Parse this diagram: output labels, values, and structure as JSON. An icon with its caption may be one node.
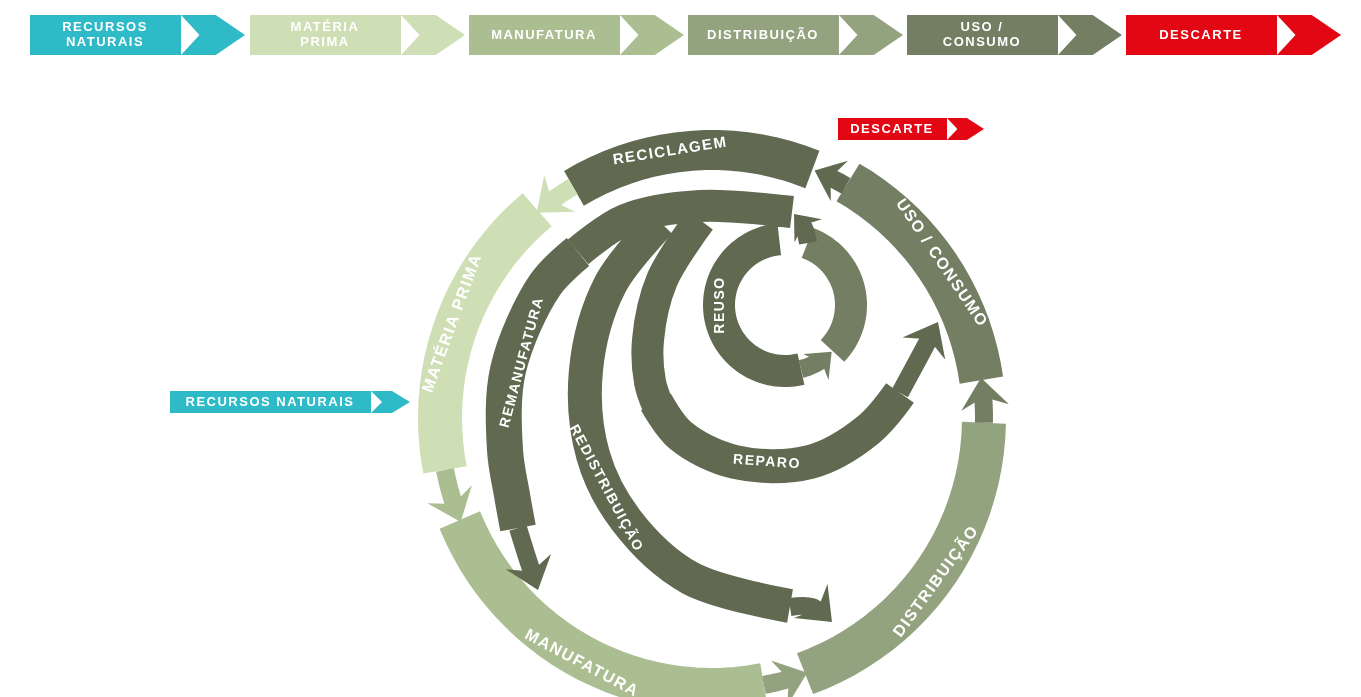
{
  "diagram": {
    "nodes": [
      {
        "text": [
          "RECURSOS NATURAIS"
        ]
      },
      {
        "text": [
          "MATÉRIA PRIMA"
        ]
      },
      {
        "text": [
          "MANUFATURA"
        ]
      },
      {
        "text": [
          "DISTRIBUIÇÃO"
        ]
      },
      {
        "text": [
          "USO / CONSUMO"
        ]
      },
      {
        "text": [
          "DESCARTE"
        ]
      },
      {
        "text": [
          "DESCARTE"
        ]
      },
      {
        "text": [
          "RECICLAGEM"
        ]
      },
      {
        "text": [
          "USO / CONSUMO"
        ]
      },
      {
        "text": [
          "MATÉRIA PRIMA"
        ]
      },
      {
        "text": [
          "REUSO"
        ]
      },
      {
        "text": [
          "REMANUFATURA"
        ]
      },
      {
        "text": [
          "RECURSOS NATURAIS"
        ]
      },
      {
        "text": [
          "REDISTRIBUIÇÃO"
        ]
      },
      {
        "text": [
          "REPARO"
        ]
      },
      {
        "text": [
          "DISTRIBUIÇÃO"
        ]
      },
      {
        "text": [
          "MANUFATURA"
        ]
      },
      {
        "text": [],
        "shape": "arc"
      }
    ],
    "edges": [
      {
        "from": 9,
        "to": 16,
        "arrow": "to",
        "color": "#abbe91"
      },
      {
        "from": 16,
        "to": 15,
        "arrow": "to",
        "color": "#93a27f"
      },
      {
        "from": 15,
        "to": 8,
        "arrow": "to",
        "color": "#737e62"
      },
      {
        "from": 8,
        "to": 7,
        "arrow": "to"
      },
      {
        "from": 7,
        "to": 9,
        "arrow": "to",
        "color": "#cfdfb5"
      },
      {
        "from": 11,
        "to": 16,
        "arrow": "to"
      },
      {
        "from": 13,
        "to": 15,
        "arrow": "to"
      },
      {
        "from": 14,
        "to": 8,
        "arrow": "to"
      },
      {
        "from": 10,
        "to": 17,
        "arrow": "to",
        "color": "#737e62"
      },
      {
        "from": 17,
        "to": 10,
        "arrow": "to"
      }
    ]
  }
}
